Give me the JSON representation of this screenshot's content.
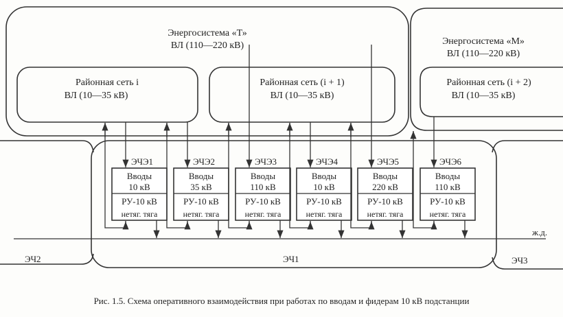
{
  "energy_systems": [
    {
      "title": "Энергосистема «Т»",
      "line": "ВЛ (110—220 кВ)"
    },
    {
      "title": "Энергосистема «М»",
      "line": "ВЛ (110—220 кВ)"
    }
  ],
  "district_networks": [
    {
      "title": "Районная сеть i",
      "line": "ВЛ (10—35 кВ)"
    },
    {
      "title": "Районная сеть (i + 1)",
      "line": "ВЛ (10—35 кВ)"
    },
    {
      "title": "Районная сеть (i + 2)",
      "line": "ВЛ (10—35 кВ)"
    }
  ],
  "substations": [
    {
      "label": "ЭЧЭ1",
      "inputs": "Вводы",
      "voltage": "10 кВ",
      "ru": "РУ-10 кВ",
      "loads": "нетяг.  тяга"
    },
    {
      "label": "ЭЧЭ2",
      "inputs": "Вводы",
      "voltage": "35 кВ",
      "ru": "РУ-10 кВ",
      "loads": "нетяг.  тяга"
    },
    {
      "label": "ЭЧЭ3",
      "inputs": "Вводы",
      "voltage": "110 кВ",
      "ru": "РУ-10 кВ",
      "loads": "нетяг.  тяга"
    },
    {
      "label": "ЭЧЭ4",
      "inputs": "Вводы",
      "voltage": "10 кВ",
      "ru": "РУ-10 кВ",
      "loads": "нетяг.  тяга"
    },
    {
      "label": "ЭЧЭ5",
      "inputs": "Вводы",
      "voltage": "220 кВ",
      "ru": "РУ-10 кВ",
      "loads": "нетяг.  тяга"
    },
    {
      "label": "ЭЧЭ6",
      "inputs": "Вводы",
      "voltage": "110 кВ",
      "ru": "РУ-10 кВ",
      "loads": "нетяг.  тяга"
    }
  ],
  "districts": {
    "left": "ЭЧ2",
    "center": "ЭЧ1",
    "right": "ЭЧ3"
  },
  "railway_label": "ж.д.",
  "caption": "Рис. 1.5. Схема оперативного взаимодействия при работах по вводам и фидерам 10 кВ подстанции"
}
